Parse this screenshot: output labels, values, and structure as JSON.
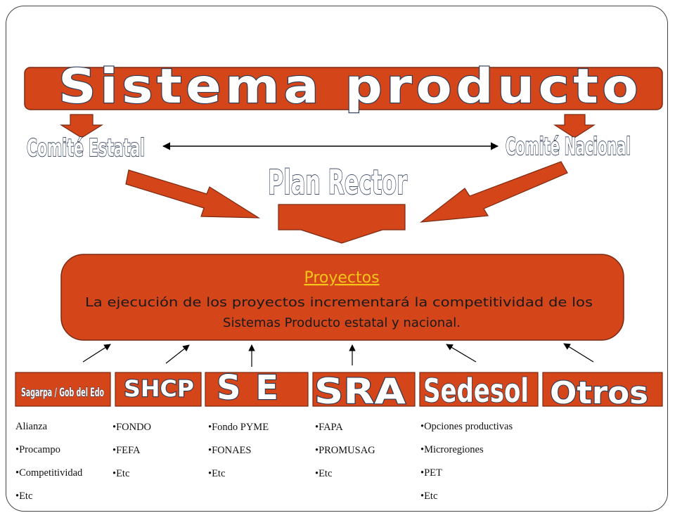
{
  "title": "Sistema producto",
  "comite_estatal": "Comité Estatal",
  "comite_nacional": "Comité Nacional",
  "plan_rector": "Plan Rector",
  "proyectos": {
    "title": "Proyectos",
    "line1": "La ejecución de los proyectos incrementará la competitividad de los",
    "line2": "Sistemas Producto estatal y nacional."
  },
  "agencies": [
    {
      "name": "Sagarpa / Gob del Edo",
      "items": [
        " Alianza",
        "•Procampo",
        "•Competitividad",
        "•Etc"
      ]
    },
    {
      "name": "SHCP",
      "items": [
        "•FONDO",
        "•FEFA",
        "•Etc"
      ]
    },
    {
      "name": "SE",
      "items": [
        "•Fondo PYME",
        "•FONAES",
        "•Etc"
      ]
    },
    {
      "name": "SRA",
      "items": [
        "•FAPA",
        "•PROMUSAG",
        "•Etc"
      ]
    },
    {
      "name": "Sedesol",
      "items": [
        "•Opciones productivas",
        "•Microregiones",
        "•PET",
        "•Etc"
      ]
    },
    {
      "name": "Otros",
      "items": []
    }
  ],
  "colors": {
    "box": "#d4451a",
    "box_stroke": "#7a2a12",
    "title_text": "#ffffff",
    "outline": "#2a3a55",
    "proyectos_title": "#f5c518"
  }
}
